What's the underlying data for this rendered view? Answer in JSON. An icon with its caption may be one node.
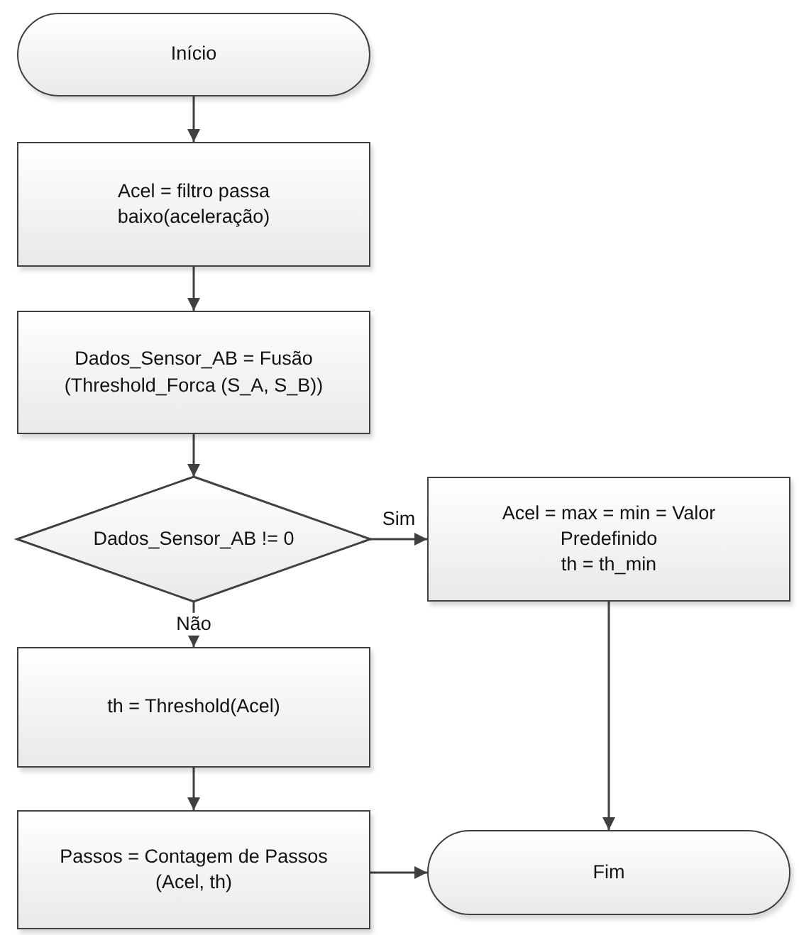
{
  "diagram": {
    "nodes": [
      {
        "text": [
          "Início"
        ]
      },
      {
        "text": [
          "Acel = filtro passa baixo(aceleração)"
        ]
      },
      {
        "text": [
          "Dados_Sensor_AB =  Fusão (Threshold_Forca (S_A, S_B))"
        ]
      },
      {
        "text": [
          "Dados_Sensor_AB != 0"
        ]
      },
      {
        "text": [
          "Acel = max = min = Valor Predefinido",
          "th = th_min"
        ]
      },
      {
        "text": [
          "th = Threshold(Acel)"
        ]
      },
      {
        "text": [
          "Passos = Contagem de Passos (Acel, th)"
        ]
      },
      {
        "text": [
          "Fim"
        ]
      }
    ],
    "edges": [
      {
        "from": 0,
        "to": 1,
        "arrow": "to"
      },
      {
        "from": 1,
        "to": 2,
        "arrow": "to"
      },
      {
        "from": 2,
        "to": 3,
        "arrow": "to"
      },
      {
        "from": 3,
        "to": 4,
        "arrow": "to",
        "label": "Sim"
      },
      {
        "from": 3,
        "to": 5,
        "arrow": "to",
        "label": "Não"
      },
      {
        "from": 4,
        "to": 7,
        "arrow": "to"
      },
      {
        "from": 5,
        "to": 6,
        "arrow": "to"
      },
      {
        "from": 6,
        "to": 7,
        "arrow": "to"
      }
    ]
  }
}
